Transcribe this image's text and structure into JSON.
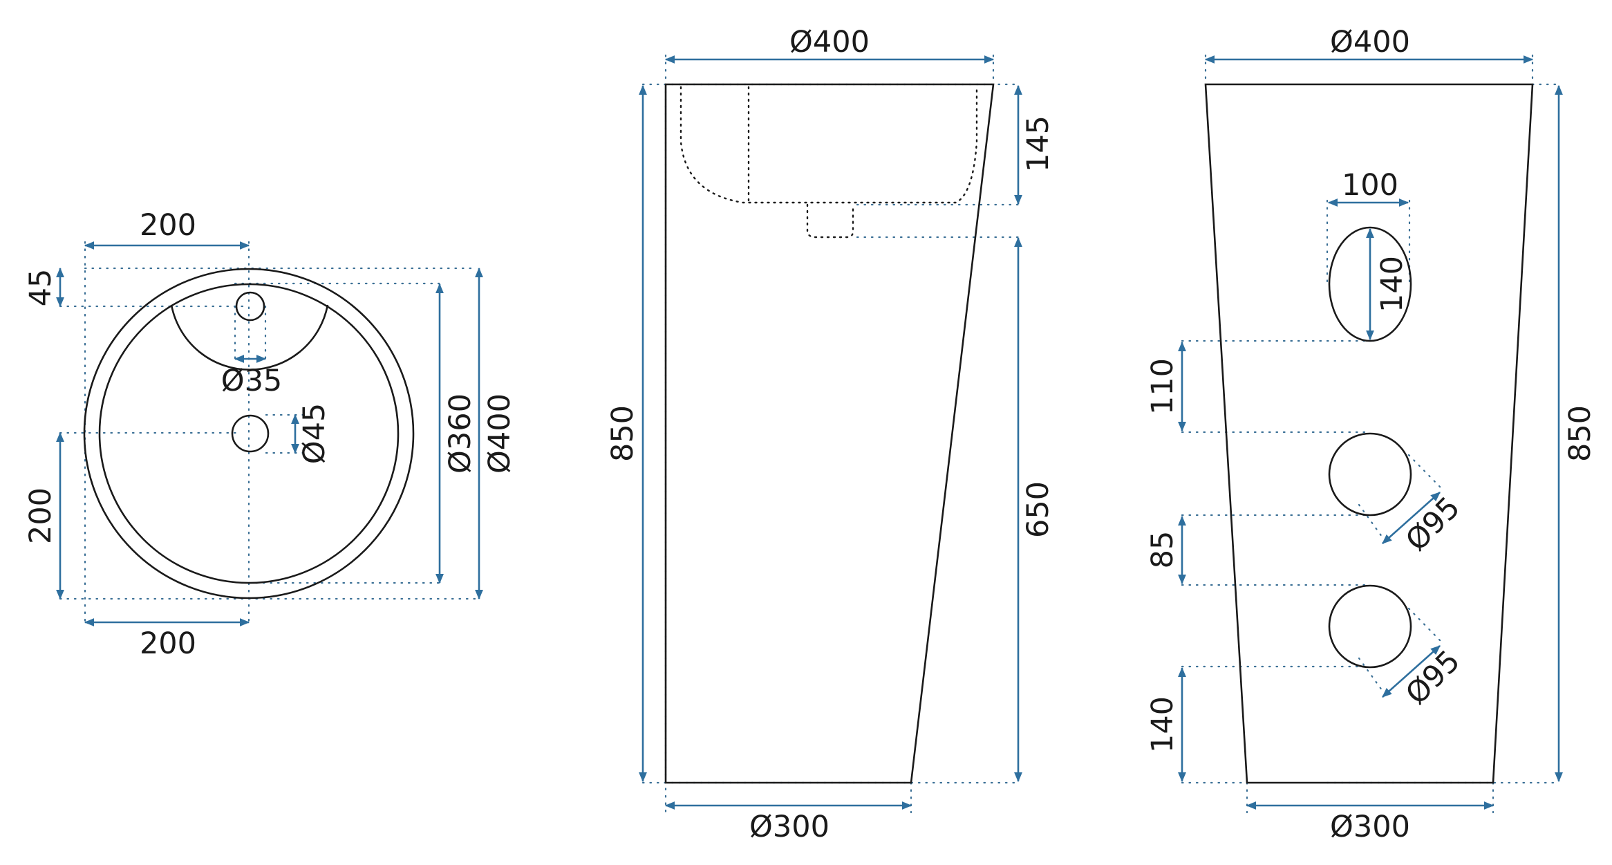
{
  "colors": {
    "outline": "#1a1a1a",
    "dimension": "#2e6f9e",
    "background": "#ffffff"
  },
  "top_view": {
    "width_top": "200",
    "tap_hole_offset": "45",
    "tap_hole_dia": "Ø35",
    "drain_dia": "Ø45",
    "inner_dia": "Ø360",
    "outer_dia": "Ø400",
    "depth_left": "200",
    "width_bottom": "200"
  },
  "side_view": {
    "top_dia": "Ø400",
    "bowl_depth": "145",
    "total_height": "850",
    "lower_height": "650",
    "base_dia": "Ø300"
  },
  "back_view": {
    "top_dia": "Ø400",
    "oval_width": "100",
    "oval_height": "140",
    "spacing_1": "110",
    "hole_1_dia": "Ø95",
    "spacing_2": "85",
    "hole_2_dia": "Ø95",
    "base_offset": "140",
    "total_height": "850",
    "base_dia": "Ø300"
  }
}
